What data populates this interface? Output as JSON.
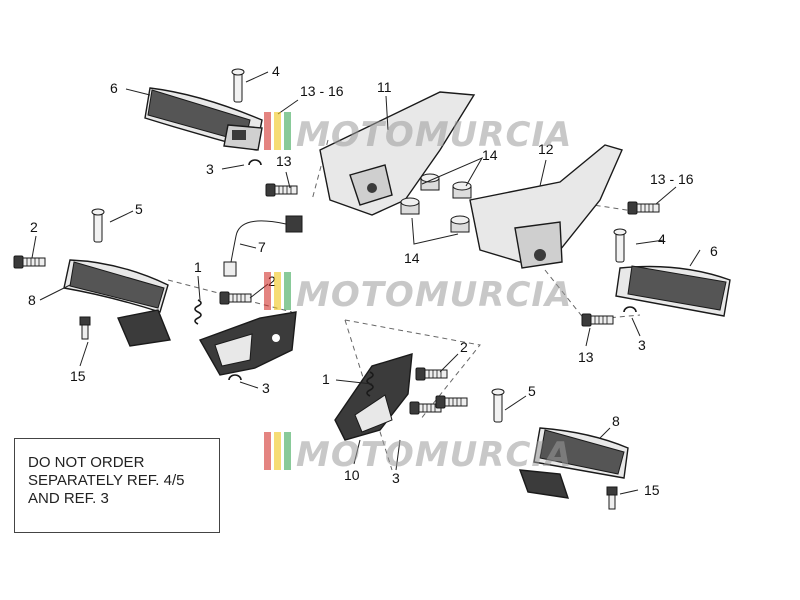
{
  "colors": {
    "part_fill": "#e8e8e8",
    "part_dark": "#3b3b3b",
    "grip": "#555555",
    "line": "#1a1a1a",
    "watermark_red": "#d2322d",
    "watermark_yellow": "#f0c419",
    "watermark_green": "#3aa655"
  },
  "watermark": {
    "text": "MOTOMURCIA"
  },
  "note": {
    "lines": [
      "DO NOT ORDER",
      "SEPARATELY REF. 4/5",
      "AND REF. 3"
    ]
  },
  "callouts": {
    "c1": "6",
    "c2": "4",
    "c3": "13 - 16",
    "c4": "11",
    "c5": "3",
    "c6": "13",
    "c7": "14",
    "c8": "12",
    "c9": "13 - 16",
    "c10": "14",
    "c11": "2",
    "c12": "5",
    "c13": "7",
    "c14": "4",
    "c15": "6",
    "c16": "1",
    "c17": "2",
    "c18": "8",
    "c19": "13",
    "c20": "3",
    "c21": "15",
    "c22": "3",
    "c23": "2",
    "c24": "1",
    "c25": "5",
    "c26": "8",
    "c27": "10",
    "c28": "3",
    "c29": "15"
  },
  "icons": [
    "footpeg-icon",
    "pin-icon",
    "clip-icon",
    "bolt-icon",
    "spring-icon",
    "sensor-icon",
    "bracket-icon",
    "bush-icon",
    "footrest-plate-icon"
  ]
}
